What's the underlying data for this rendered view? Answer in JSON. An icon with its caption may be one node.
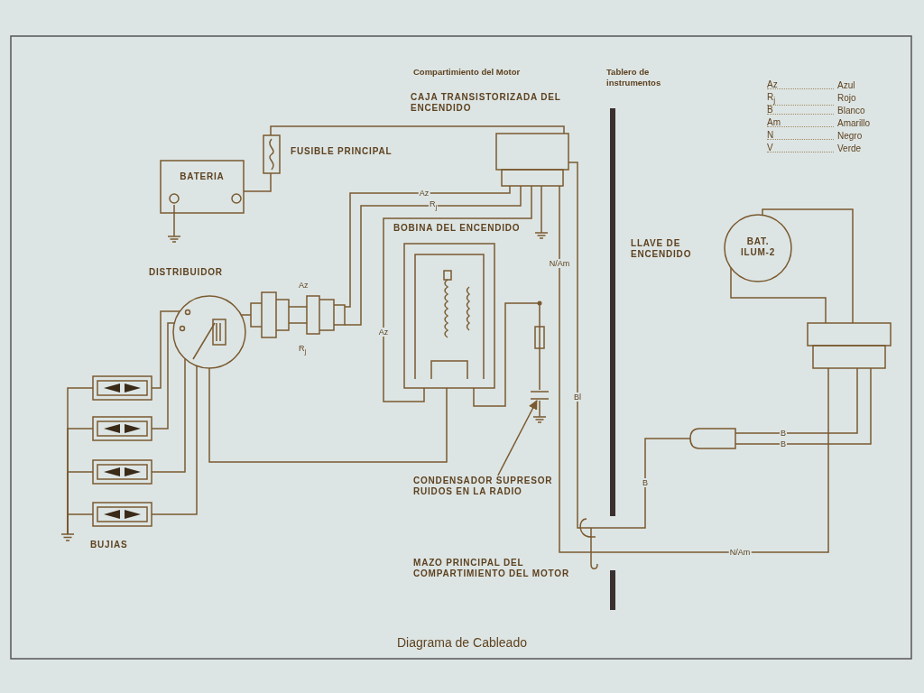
{
  "diagram": {
    "caption": "Diagrama de Cableado",
    "nodes": [
      {
        "text": [
          "BATERIA"
        ]
      },
      {
        "text": [],
        "shape": "box",
        "beside": [
          "FUSIBLE PRINCIPAL"
        ]
      },
      {
        "text": [
          "CAJA TRANSISTORIZADA DEL ENCENDIDO"
        ]
      },
      {
        "text": [
          "BOBINA DEL ENCENDIDO"
        ]
      },
      {
        "text": [
          "DISTRIBUIDOR"
        ]
      },
      {
        "text": [],
        "shape": "box",
        "beside": [
          "Az",
          "R$_{j}$"
        ]
      },
      {
        "text": [],
        "shape": "box"
      },
      {
        "text": [],
        "shape": "box"
      },
      {
        "text": [],
        "shape": "box"
      },
      {
        "text": [],
        "shape": "box"
      },
      {
        "text": [
          "CONDENSADOR SUPRESOR RUIDOS EN LA RADIO"
        ]
      },
      {
        "text": [],
        "shape": "capacitor"
      },
      {
        "text": [
          "BAT. ILUM-2"
        ],
        "beside": [
          "LLAVE DE ENCENDIDO"
        ]
      },
      {
        "text": [],
        "shape": "box"
      },
      {
        "text": [],
        "shape": "box"
      },
      {
        "text": [],
        "shape": "ground"
      }
    ],
    "edges": [
      {
        "from": 0,
        "to": 1,
        "arrow": "none"
      },
      {
        "from": 1,
        "to": 2,
        "arrow": "none"
      },
      {
        "from": 2,
        "to": 5,
        "arrow": "none",
        "label": "Az"
      },
      {
        "from": 2,
        "to": 5,
        "arrow": "none",
        "label": "R$_{j}$"
      },
      {
        "from": 2,
        "to": 3,
        "arrow": "none",
        "label": "Az"
      },
      {
        "from": 2,
        "to": 13,
        "arrow": "none",
        "label": "N/Am"
      },
      {
        "from": 2,
        "to": 14,
        "arrow": "none",
        "label": "Bl"
      },
      {
        "from": 14,
        "to": 13,
        "arrow": "none",
        "label": "B"
      },
      {
        "from": 14,
        "to": 13,
        "arrow": "none",
        "label": "B"
      },
      {
        "from": 12,
        "to": 13,
        "arrow": "none"
      },
      {
        "from": 12,
        "to": 13,
        "arrow": "none"
      },
      {
        "from": 3,
        "to": 4,
        "arrow": "none"
      },
      {
        "from": 4,
        "to": 6,
        "arrow": "none"
      },
      {
        "from": 4,
        "to": 7,
        "arrow": "none"
      },
      {
        "from": 4,
        "to": 8,
        "arrow": "none"
      },
      {
        "from": 4,
        "to": 9,
        "arrow": "none"
      },
      {
        "from": 5,
        "to": 4,
        "arrow": "none"
      },
      {
        "from": 3,
        "to": 11,
        "arrow": "none"
      },
      {
        "from": 10,
        "to": 11,
        "arrow": "to"
      },
      {
        "from": 6,
        "to": 15,
        "arrow": "none"
      },
      {
        "from": 7,
        "to": 15,
        "arrow": "none"
      },
      {
        "from": 8,
        "to": 15,
        "arrow": "none"
      },
      {
        "from": 9,
        "to": 15,
        "arrow": "none"
      }
    ],
    "labels": [
      "Compartimiento del Motor",
      "Tablero de instrumentos",
      "Az",
      "Azul",
      "R$_{j}$",
      "Rojo",
      "B",
      "Blanco",
      "Am",
      "Amarillo",
      "N",
      "Negro",
      "V",
      "Verde",
      "BUJIAS",
      "MAZO PRINCIPAL DEL COMPARTIMIENTO DEL MOTOR",
      "N/Am",
      "B"
    ]
  }
}
